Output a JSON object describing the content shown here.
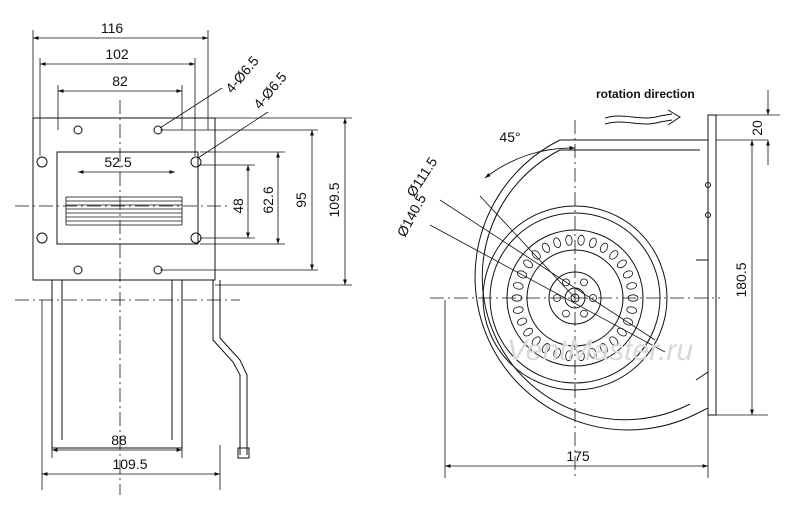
{
  "side_view": {
    "dims": {
      "top_116": "116",
      "top_102": "102",
      "top_82": "82",
      "hole_a": "4-Ø6.5",
      "hole_b": "4-Ø6.5",
      "outlet_52_5": "52.5",
      "v_48": "48",
      "v_62_6": "62.6",
      "v_95": "95",
      "v_109_5": "109.5",
      "bottom_88": "88",
      "bottom_109_5": "109.5"
    }
  },
  "front_view": {
    "rotation_label": "rotation direction",
    "dims": {
      "angle_45": "45°",
      "dia_111_5": "Ø111.5",
      "dia_140_5": "Ø140.5",
      "width_175": "175",
      "height_180_5": "180.5",
      "flange_20": "20"
    },
    "watermark": "VentMaster.ru"
  },
  "colors": {
    "line": "#111111",
    "watermark": "#d9d9d9",
    "background": "#ffffff"
  }
}
